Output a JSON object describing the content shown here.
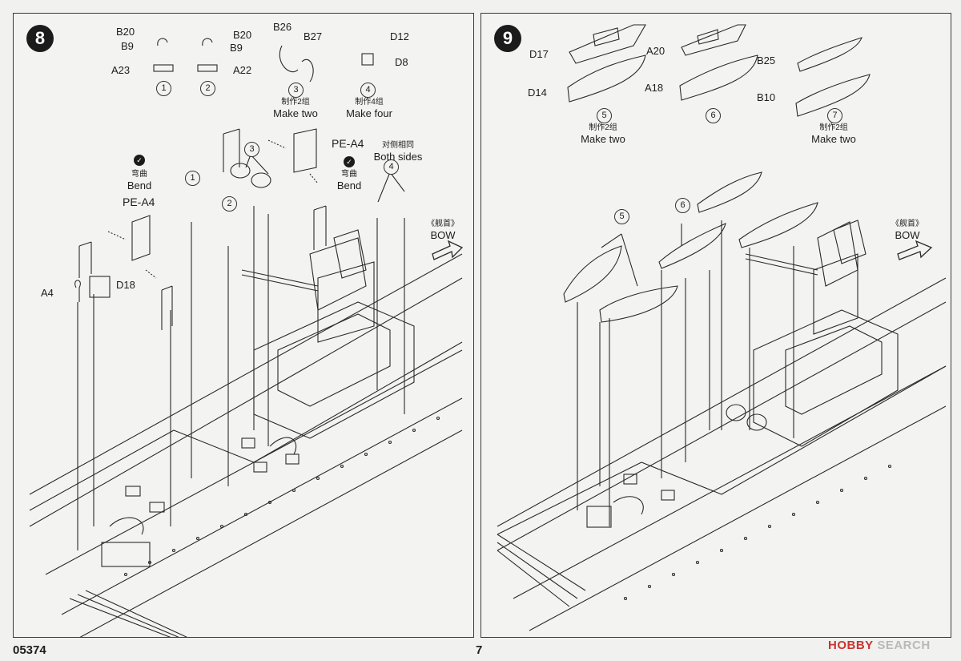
{
  "step8": {
    "number": "8",
    "parts_top": {
      "b20_a": "B20",
      "b9_a": "B9",
      "a23": "A23",
      "b20_b": "B20",
      "b9_b": "B9",
      "a22": "A22",
      "b26": "B26",
      "b27": "B27",
      "d12": "D12",
      "d8": "D8"
    },
    "sub": [
      "1",
      "2",
      "3",
      "4"
    ],
    "make_two_cn": "制作2组",
    "make_two": "Make two",
    "make_four_cn": "制作4组",
    "make_four": "Make four",
    "pe_a4_right": "PE-A4",
    "both_sides_cn": "对侧相同",
    "both_sides": "Both sides",
    "bend_cn_right": "弯曲",
    "bend_right": "Bend",
    "bend_cn_left": "弯曲",
    "bend_left": "Bend",
    "pe_a4_left": "PE-A4",
    "a4": "A4",
    "d18": "D18",
    "bow_cn": "《舰首》",
    "bow": "BOW",
    "callouts": [
      "1",
      "2",
      "3",
      "4"
    ]
  },
  "step9": {
    "number": "9",
    "parts": {
      "d17": "D17",
      "d14": "D14",
      "a20": "A20",
      "a18": "A18",
      "b25": "B25",
      "b10": "B10"
    },
    "sub": [
      "5",
      "6",
      "7"
    ],
    "make_two_cn_a": "制作2组",
    "make_two_a": "Make two",
    "make_two_cn_b": "制作2组",
    "make_two_b": "Make two",
    "callouts": [
      "5",
      "6"
    ],
    "bow_cn": "《舰首》",
    "bow": "BOW"
  },
  "footer": {
    "code": "05374",
    "page": "7"
  },
  "watermark": {
    "brand": "HOBBY",
    "rest": "SEARCH"
  },
  "colors": {
    "line": "#2a2a2a",
    "paper": "#f3f3f1",
    "ink": "#1b1b1b"
  }
}
